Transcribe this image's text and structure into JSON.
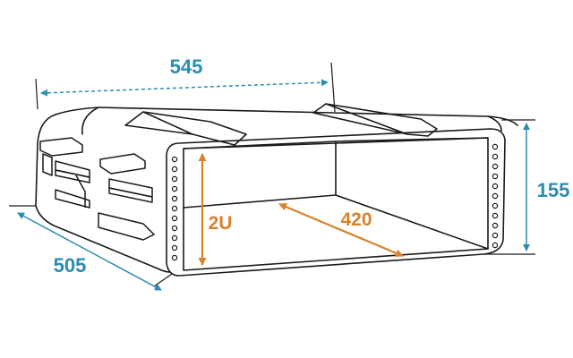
{
  "dimensions": {
    "width": "545",
    "depth": "505",
    "height": "155",
    "inner_depth": "420",
    "rack_units": "2U"
  },
  "colors": {
    "outline": "#1a1a1a",
    "dimension_blue": "#2c8cb0",
    "dimension_orange": "#d9822b",
    "background": "#ffffff"
  }
}
